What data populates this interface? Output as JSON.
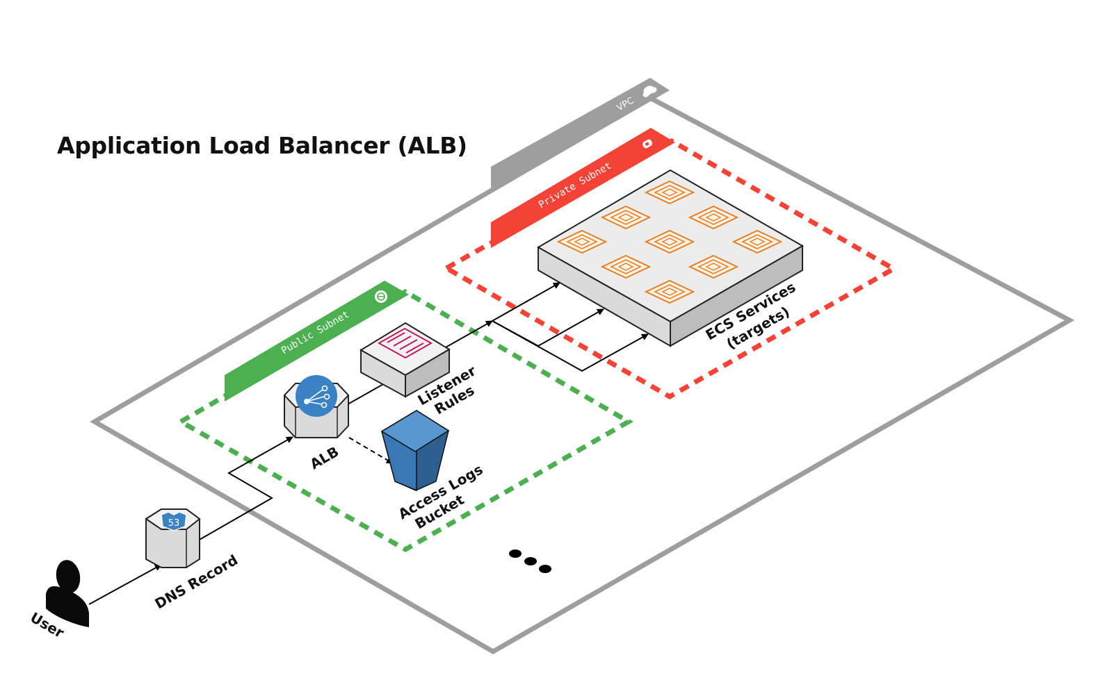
{
  "title": "Application Load Balancer (ALB)",
  "containers": {
    "vpc": "VPC",
    "public_subnet": "Public Subnet",
    "private_subnet": "Private Subnet"
  },
  "nodes": {
    "user": "User",
    "dns_record": "DNS Record",
    "dns_icon": "53",
    "alb": "ALB",
    "listener_rules": [
      "Listener",
      "Rules"
    ],
    "access_logs_bucket": [
      "Access Logs",
      "Bucket"
    ],
    "ecs_services": [
      "ECS Services",
      "(targets)"
    ]
  },
  "colors": {
    "vpc_border": "#9e9e9e",
    "public_subnet": "#4caf50",
    "private_subnet": "#f44336",
    "alb_icon": "#3b82c4",
    "bucket": "#2d5f91",
    "listener_icon": "#c2185b",
    "ecs_chip": "#e67e22"
  },
  "icons": {
    "user": "user-icon",
    "dns": "route53-icon",
    "alb": "load-balancer-icon",
    "listener": "listener-rules-icon",
    "bucket": "s3-bucket-icon",
    "ecs": "ecs-container-icon",
    "more": "ellipsis-icon"
  }
}
